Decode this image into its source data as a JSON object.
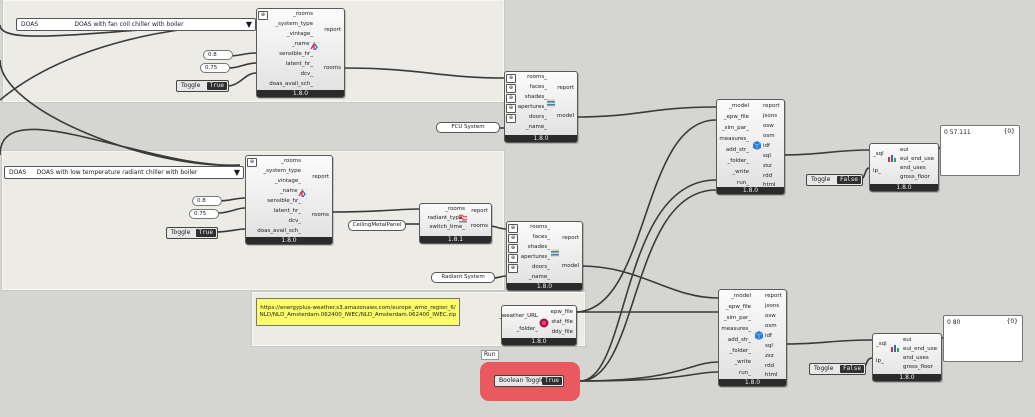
{
  "dropdown_top": {
    "label": "DOAS",
    "value": "DOAS with fan coil chiller with boiler"
  },
  "dropdown_mid": {
    "label": "DOAS",
    "value": "DOAS with low temperature radiant chiller with boiler"
  },
  "doas_inputs": [
    "_rooms",
    "_system_type",
    "_vintage_",
    "_name_",
    "sensible_hr_",
    "latent_hr_",
    "dcv_",
    "doas_avail_sch_"
  ],
  "doas_outputs": [
    "report",
    "rooms"
  ],
  "model_inputs": [
    "rooms_",
    "faces_",
    "shades_",
    "apertures_",
    "doors_",
    "_name_"
  ],
  "model_outputs": [
    "report",
    "model"
  ],
  "radiant_inputs": [
    "_rooms",
    "radiant_type_",
    "switch_time_"
  ],
  "radiant_outputs": [
    "report",
    "rooms"
  ],
  "sim_inputs": [
    "_model",
    "_epw_file",
    "_sim_par_",
    "measures_",
    "add_str_",
    "_folder_",
    "_write",
    "run_"
  ],
  "sim_outputs": [
    "report",
    "jsons",
    "osw",
    "osm",
    "idf",
    "sql",
    "zsz",
    "rdd",
    "html"
  ],
  "eui_inputs": [
    "_sql",
    "ip_"
  ],
  "eui_outputs": [
    "eui",
    "eui_end_use",
    "end_uses",
    "gross_floor"
  ],
  "epw_inputs": [
    "_weather_URL",
    "_folder_"
  ],
  "epw_outputs": [
    "epw_file",
    "stat_file",
    "ddy_file"
  ],
  "versions": {
    "doas": "1.8.0",
    "model": "1.8.0",
    "radiant": "1.8.1",
    "sim": "1.8.0",
    "eui": "1.8.0",
    "epw": "1.8.0"
  },
  "sliders": {
    "sensible_top": "0.8",
    "latent_top": "0.75",
    "sensible_mid": "0.8",
    "latent_mid": "0.75"
  },
  "toggle_label": "Toggle",
  "toggles": {
    "top": "True",
    "mid": "True",
    "eui_top": "False",
    "eui_bottom": "False",
    "run": "True"
  },
  "boolean_toggle_label": "Boolean Toggle",
  "run_label": "Run",
  "text_params": {
    "fcu": "FCU System",
    "radiant_name": "Radiant System",
    "ceiling": "CeilingMetalPanel"
  },
  "weather_url": "https://energyplus-weather.s3.amazonaws.com/europe_wmo_region_6/NLD/NLD_Amsterdam.062400_IWEC/NLD_Amsterdam.062400_IWEC.zip",
  "panels": {
    "top_value": "0 57.111",
    "top_index": "{0}",
    "bottom_value": "0 80",
    "bottom_index": "{0}"
  },
  "colors": {
    "canvas": "#d5d5d2",
    "group": "#ecebe6",
    "wire": "#3a3a3a",
    "highlight": "#e85a5f",
    "panel_yellow": "#fdfd6b"
  }
}
